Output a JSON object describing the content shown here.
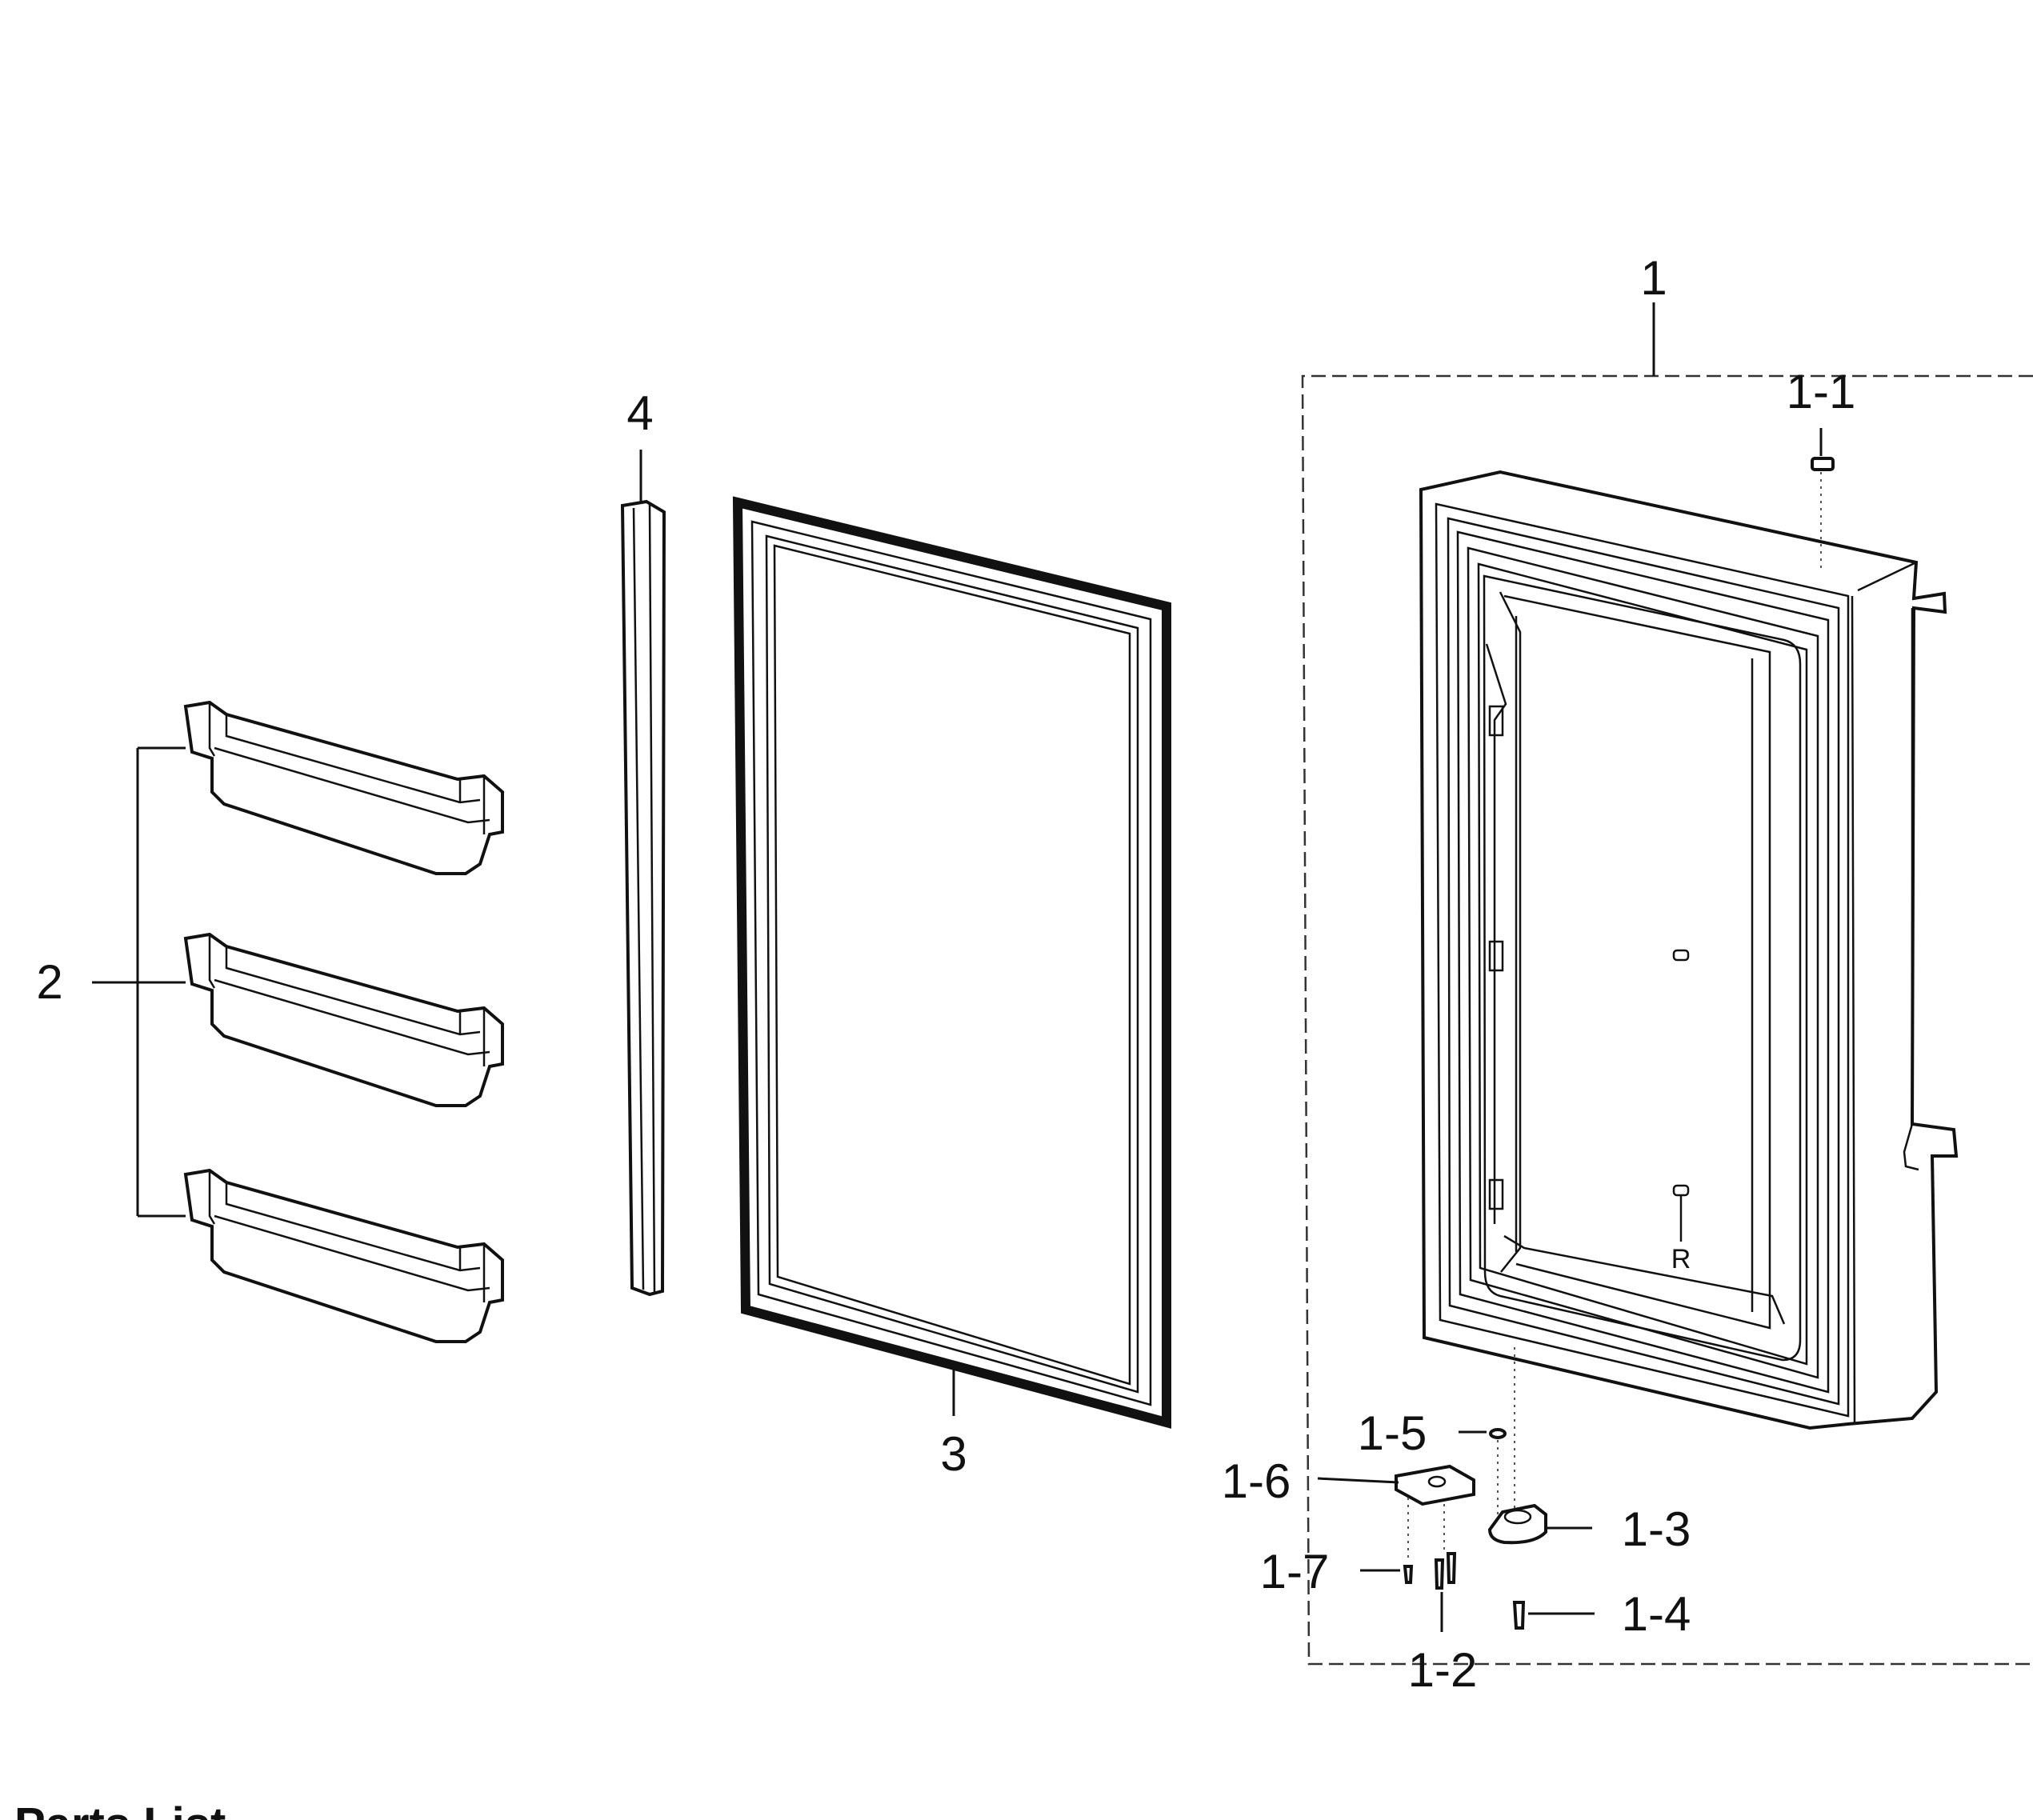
{
  "callouts": {
    "c1": "1",
    "c1_1": "1-1",
    "c1_2": "1-2",
    "c1_3": "1-3",
    "c1_4": "1-4",
    "c1_5": "1-5",
    "c1_6": "1-6",
    "c1_7": "1-7",
    "c2": "2",
    "c3": "3",
    "c4": "4"
  },
  "hinge_mark": "R",
  "footer_text": "Parts List"
}
